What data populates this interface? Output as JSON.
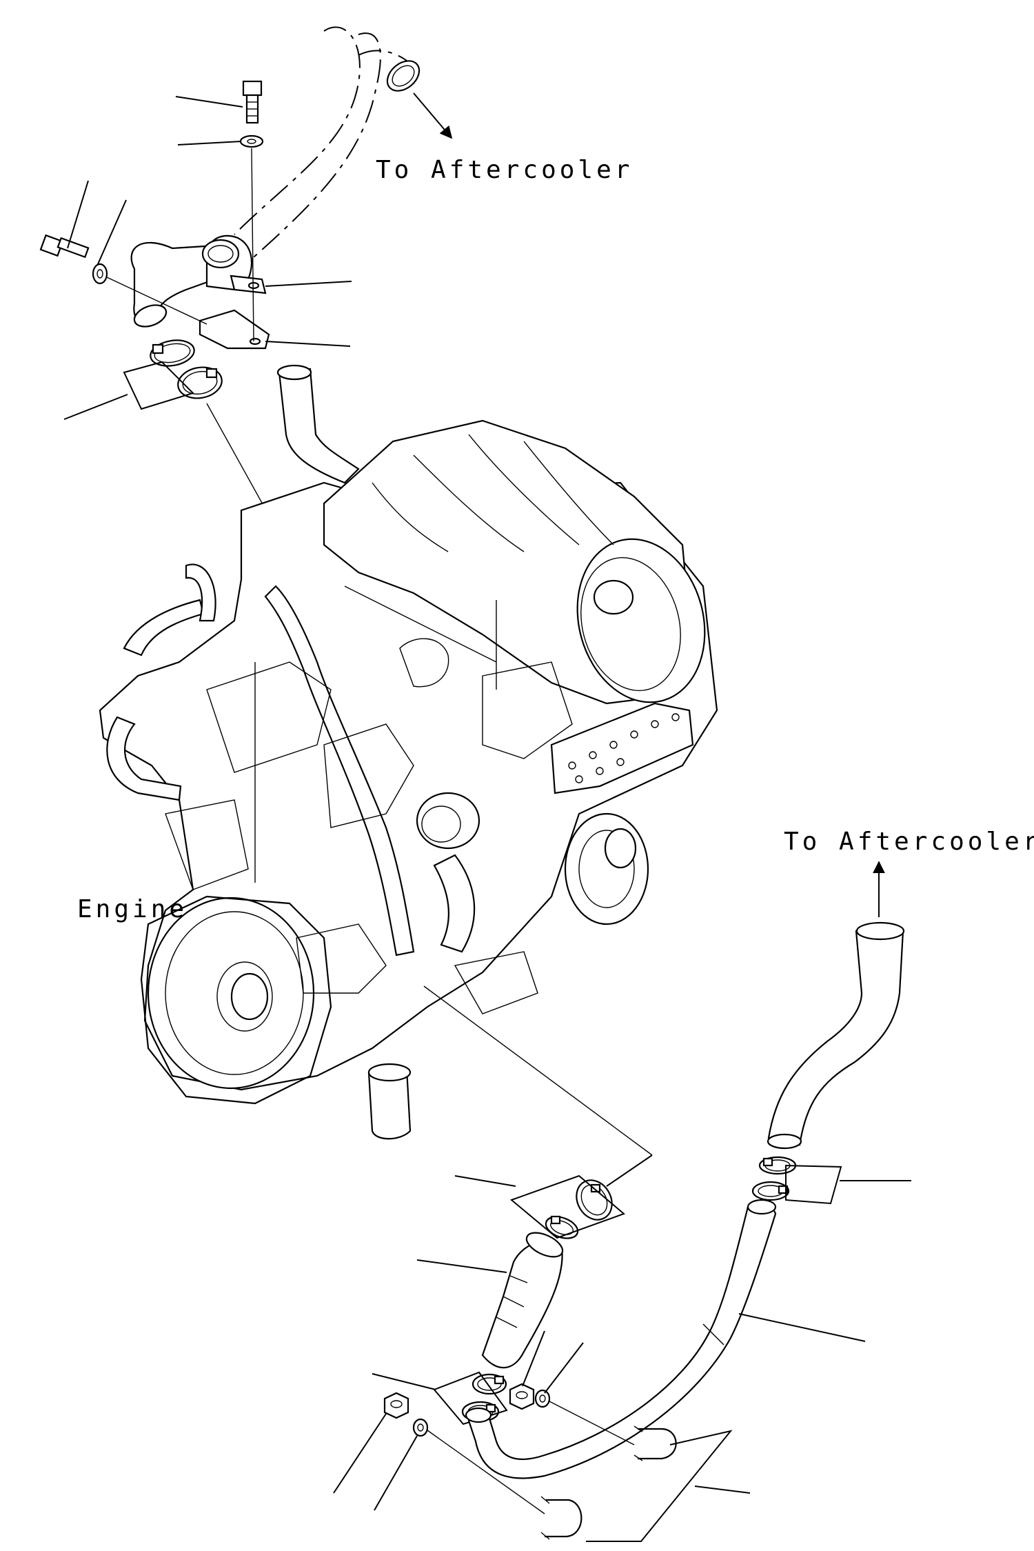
{
  "labels": {
    "aftercooler_top": "To Aftercooler",
    "aftercooler_right": "To Aftercooler",
    "engine": "Engine"
  },
  "colors": {
    "ink": "#000000",
    "paper": "#ffffff"
  }
}
